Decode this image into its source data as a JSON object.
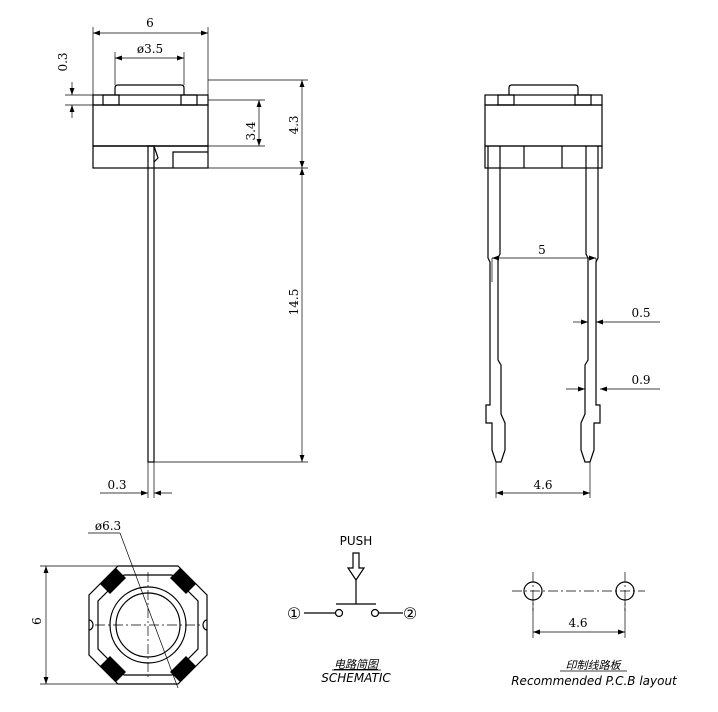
{
  "side_view": {
    "dim_width": "6",
    "dim_plunger_dia": "ø3.5",
    "dim_top_gap": "0.3",
    "dim_body_height": "3.4",
    "dim_total_height": "4.3",
    "dim_lead_length": "14.5",
    "dim_lead_thickness": "0.3"
  },
  "front_view": {
    "dim_pin_spacing_upper": "5",
    "dim_lead_width_upper": "0.5",
    "dim_lead_width_lower": "0.9",
    "dim_pin_spacing_lower": "4.6"
  },
  "top_view": {
    "dim_diameter": "ø6.3",
    "dim_width": "6"
  },
  "schematic": {
    "push_label": "PUSH",
    "terminal_1": "①",
    "terminal_2": "②",
    "caption_cn": "电路简图",
    "caption_en": "SCHEMATIC"
  },
  "pcb_layout": {
    "dim_hole_spacing": "4.6",
    "caption_cn": "印制线路板",
    "caption_en": "Recommended P.C.B layout"
  }
}
